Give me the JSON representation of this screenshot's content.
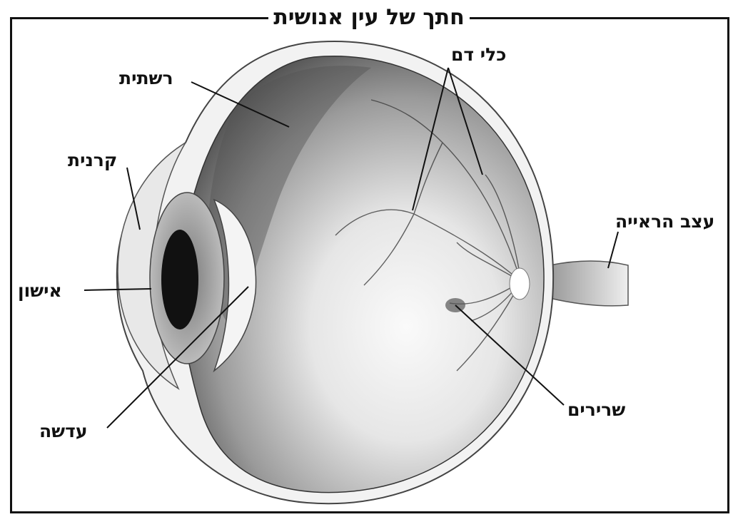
{
  "title": "חתך של עין אנושית",
  "labels": {
    "retina": "רשתית",
    "blood_vessels": "כלי דם",
    "cornea": "קרנית",
    "optic_nerve": "עצב הראייה",
    "pupil": "אישון",
    "lens": "עדשה",
    "muscles": "שרירים"
  }
}
